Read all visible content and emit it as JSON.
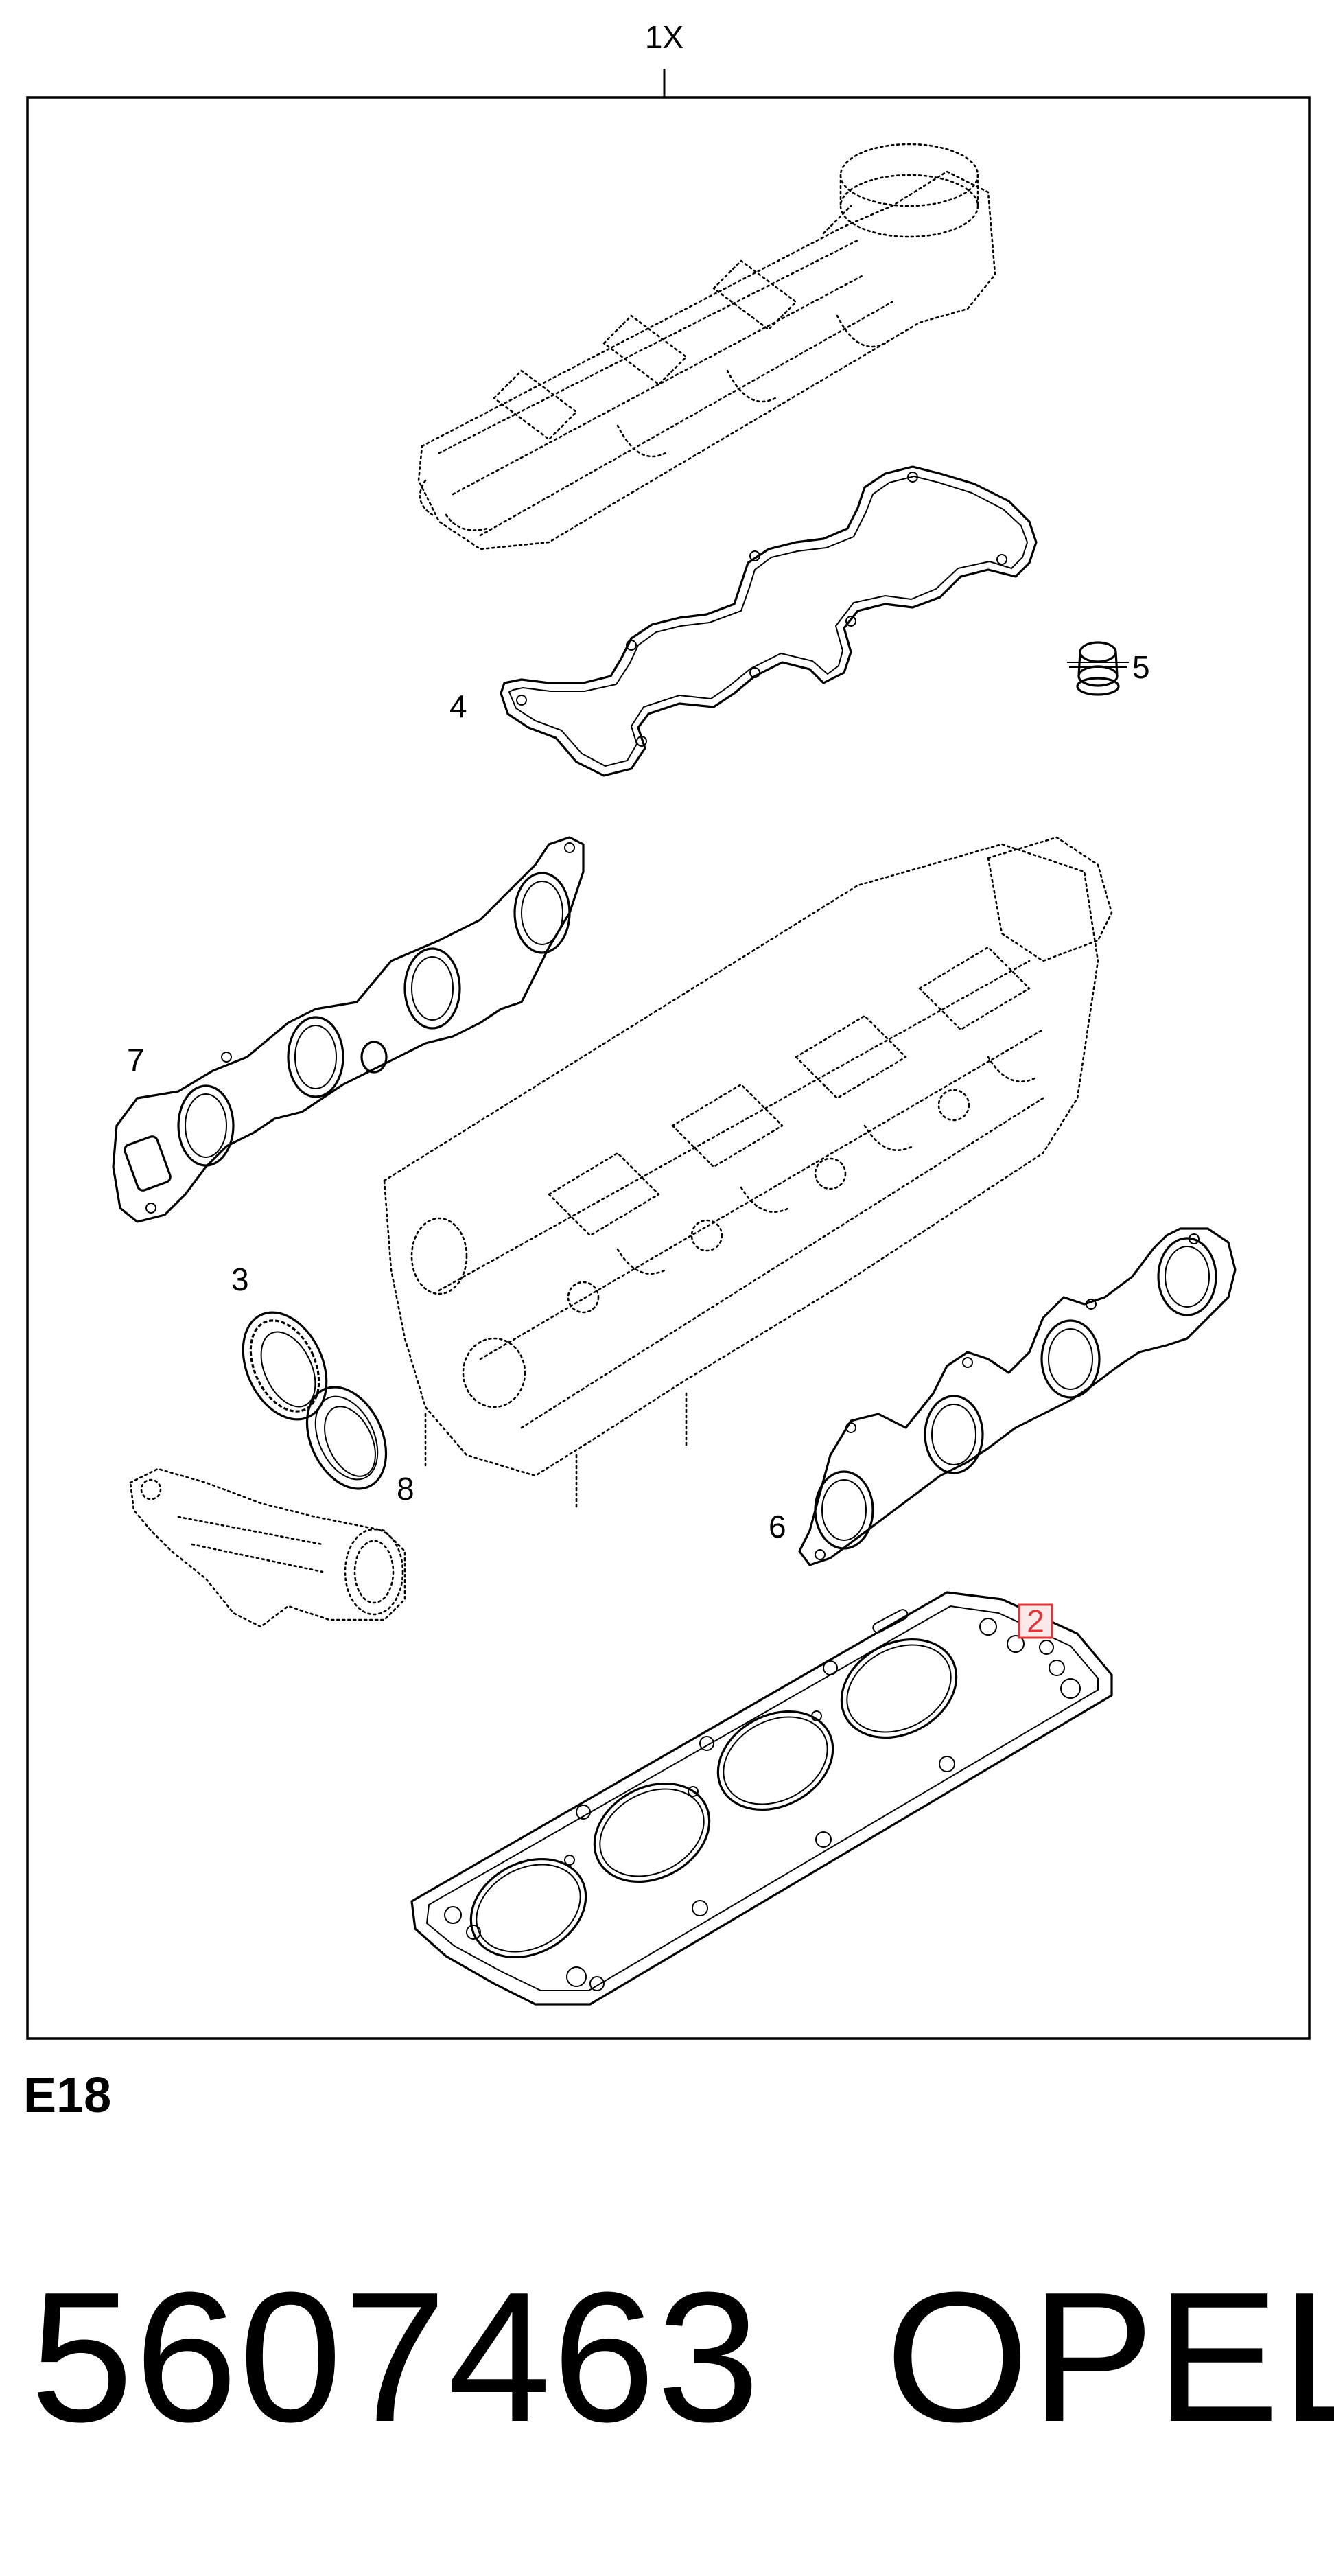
{
  "diagram": {
    "set_quantity": "1X",
    "callouts": [
      {
        "id": "2",
        "highlighted": true
      },
      {
        "id": "3"
      },
      {
        "id": "4"
      },
      {
        "id": "5"
      },
      {
        "id": "6"
      },
      {
        "id": "7"
      },
      {
        "id": "8"
      }
    ],
    "highlight_color": "#d9383a"
  },
  "engine_code": "E18",
  "footer": {
    "part_number": "5607463",
    "brand": "OPEL"
  }
}
